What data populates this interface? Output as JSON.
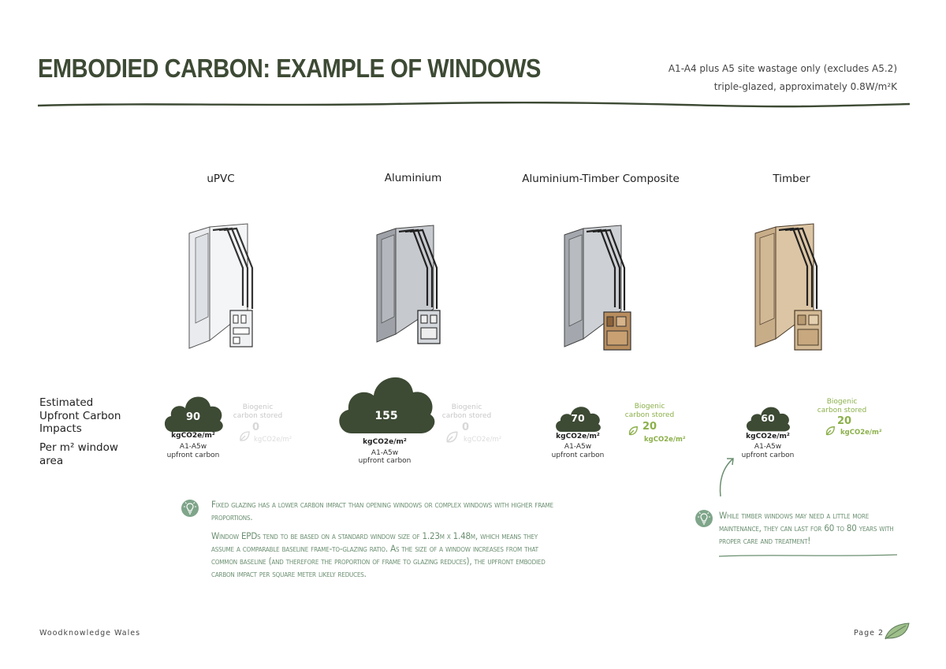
{
  "header": {
    "title": "EMBODIED CARBON: EXAMPLE OF WINDOWS",
    "note_line1": "A1-A4 plus A5 site wastage only (excludes A5.2)",
    "note_line2": "triple-glazed, approximately 0.8W/m²K"
  },
  "row_labels": {
    "impacts": "Estimated Upfront  Carbon Impacts",
    "per_area": "Per m² window area"
  },
  "columns": [
    {
      "name": "uPVC",
      "upfront": "90",
      "unit": "kgCO2e/m²",
      "stage": "A1-A5w",
      "stage_label": "upfront carbon",
      "bio_label": "Biogenic carbon stored",
      "bio_value": "0",
      "bio_unit": "kgCO2e/m²"
    },
    {
      "name": "Aluminium",
      "upfront": "155",
      "unit": "kgCO2e/m²",
      "stage": "A1-A5w",
      "stage_label": "upfront carbon",
      "bio_label": "Biogenic carbon stored",
      "bio_value": "0",
      "bio_unit": "kgCO2e/m²"
    },
    {
      "name": "Aluminium-Timber Composite",
      "upfront": "70",
      "unit": "kgCO2e/m²",
      "stage": "A1-A5w",
      "stage_label": "upfront carbon",
      "bio_label": "Biogenic carbon stored",
      "bio_value": "20",
      "bio_unit": "kgCO2e/m²"
    },
    {
      "name": "Timber",
      "upfront": "60",
      "unit": "kgCO2e/m²",
      "stage": "A1-A5w",
      "stage_label": "upfront carbon",
      "bio_label": "Biogenic carbon stored",
      "bio_value": "20",
      "bio_unit": "kgCO2e/m²"
    }
  ],
  "tips": {
    "left_p1": "Fixed glazing has a lower carbon impact than opening windows or complex windows with higher frame proportions.",
    "left_p2": "Window EPDs tend to be based  on a standard window size of 1.23m x 1.48m, which means they assume a comparable baseline frame-to-glazing ratio. As the size of a window increases from that common baseline (and therefore the proportion of frame to glazing reduces), the upfront embodied carbon impact per square meter likely reduces.",
    "right": "While timber windows may need a little more maintenance, they can last for 60 to 80 years with proper care and treatment!"
  },
  "footer": {
    "org": "Woodknowledge Wales",
    "page": "Page 2"
  },
  "colors": {
    "dark_green": "#3d4a34",
    "leaf_green": "#8bb04a",
    "sage": "#6b8f71",
    "faded": "#d2d2d2"
  }
}
